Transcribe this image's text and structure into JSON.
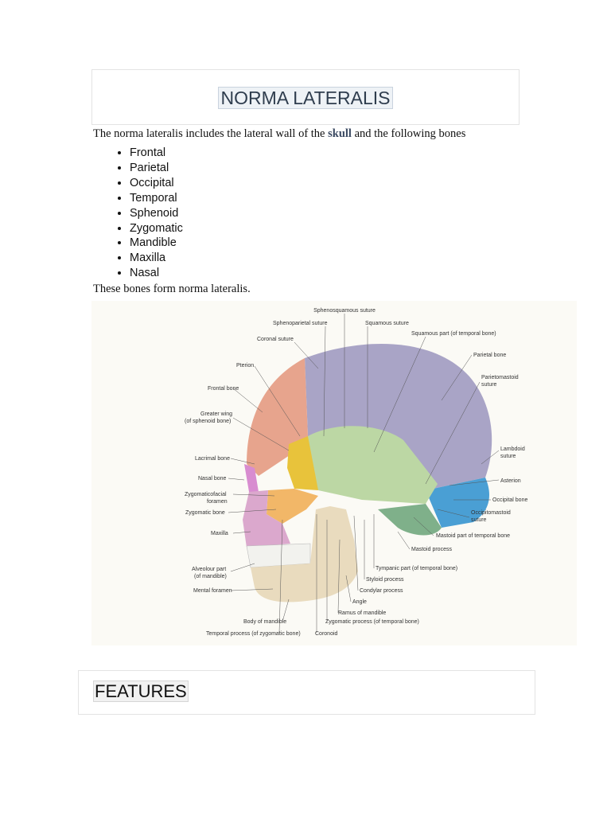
{
  "title": "NORMA LATERALIS",
  "intro": {
    "before": "The norma lateralis includes the lateral wall of the ",
    "link": "skull",
    "after": " and the following bones"
  },
  "bones": [
    "Frontal",
    "Parietal",
    "Occipital",
    "Temporal",
    "Sphenoid",
    "Zygomatic",
    "Mandible",
    "Maxilla",
    "Nasal"
  ],
  "outro": "These bones form norma lateralis.",
  "figure_labels": {
    "sphenosquamous_suture": "Sphenosquamous suture",
    "sphenoparietal_suture": "Sphenoparietal suture",
    "squamous_suture": "Squamous suture",
    "coronal_suture": "Coronal suture",
    "squamous_part": "Squamous part (of temporal bone)",
    "parietal_bone": "Parietal bone",
    "pterion": "Pterion",
    "parietomastoid_1": "Parietomastoid",
    "parietomastoid_2": "suture",
    "frontal_bone": "Frontal bone",
    "greater_wing_1": "Greater wing",
    "greater_wing_2": "(of sphenoid bone)",
    "lambdoid_1": "Lambdoid",
    "lambdoid_2": "suture",
    "lacrimal_bone": "Lacrimal bone",
    "asterion": "Asterion",
    "nasal_bone": "Nasal bone",
    "zygomaticofacial_1": "Zygomaticofacial",
    "zygomaticofacial_2": "foramen",
    "occipital_bone": "Occipital bone",
    "zygomatic_bone": "Zygomatic bone",
    "occipitomastoid_1": "Occipitomastoid",
    "occipitomastoid_2": "suture",
    "maxilla": "Maxilla",
    "mastoid_part": "Mastoid part of temporal bone",
    "mastoid_process": "Mastoid process",
    "alveolar_1": "Alveolour part",
    "alveolar_2": "(of mandible)",
    "tympanic_part": "Tympanic part (of temporal bone)",
    "mental_foramen": "Mental foramen",
    "styloid_process": "Styloid process",
    "condylar_process": "Condylar process",
    "angle": "Angle",
    "ramus": "Ramus of mandible",
    "body_of_mandible": "Body of mandible",
    "zygomatic_process": "Zygomatic process (of temporal bone)",
    "temporal_process": "Temporal process (of zygomatic bone)",
    "coronoid": "Coronoid"
  },
  "features": "FEATURES"
}
